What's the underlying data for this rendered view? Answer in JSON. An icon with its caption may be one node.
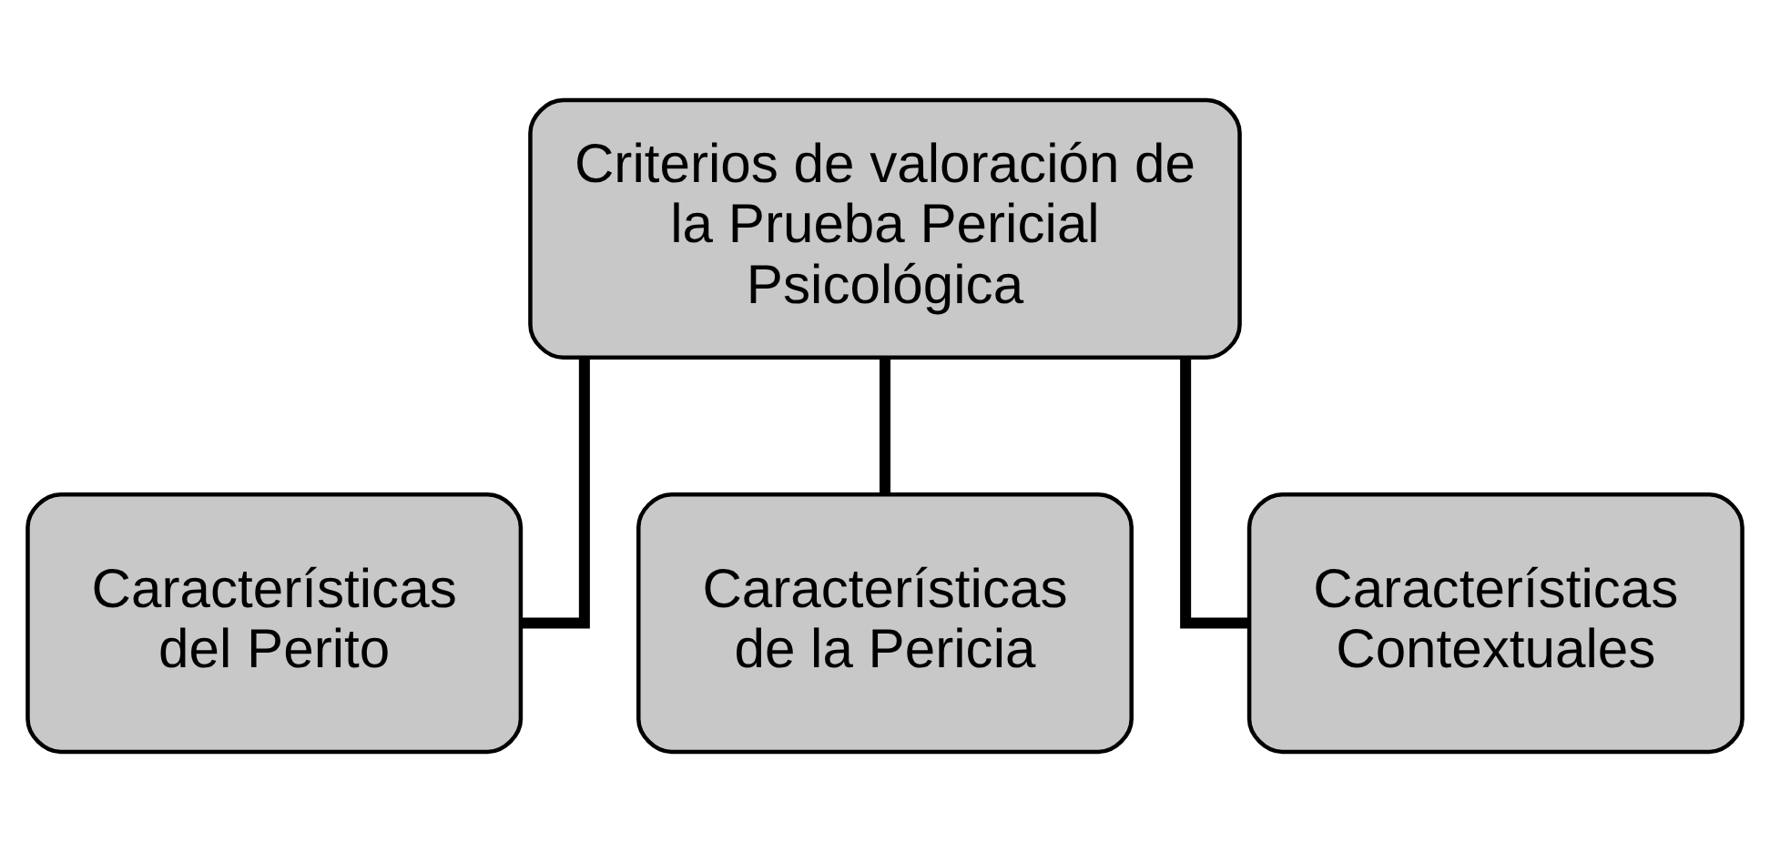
{
  "diagram": {
    "nodes": [
      {
        "text": [
          "Criterios de valoración de la Prueba Pericial Psicológica"
        ]
      },
      {
        "text": [
          "Características del Perito"
        ]
      },
      {
        "text": [
          "Características de la Pericia"
        ]
      },
      {
        "text": [
          "Características Contextuales"
        ]
      }
    ],
    "edges": [
      {
        "from": 0,
        "to": 1,
        "arrow": "none"
      },
      {
        "from": 0,
        "to": 2,
        "arrow": "none"
      },
      {
        "from": 0,
        "to": 3,
        "arrow": "none"
      }
    ]
  }
}
